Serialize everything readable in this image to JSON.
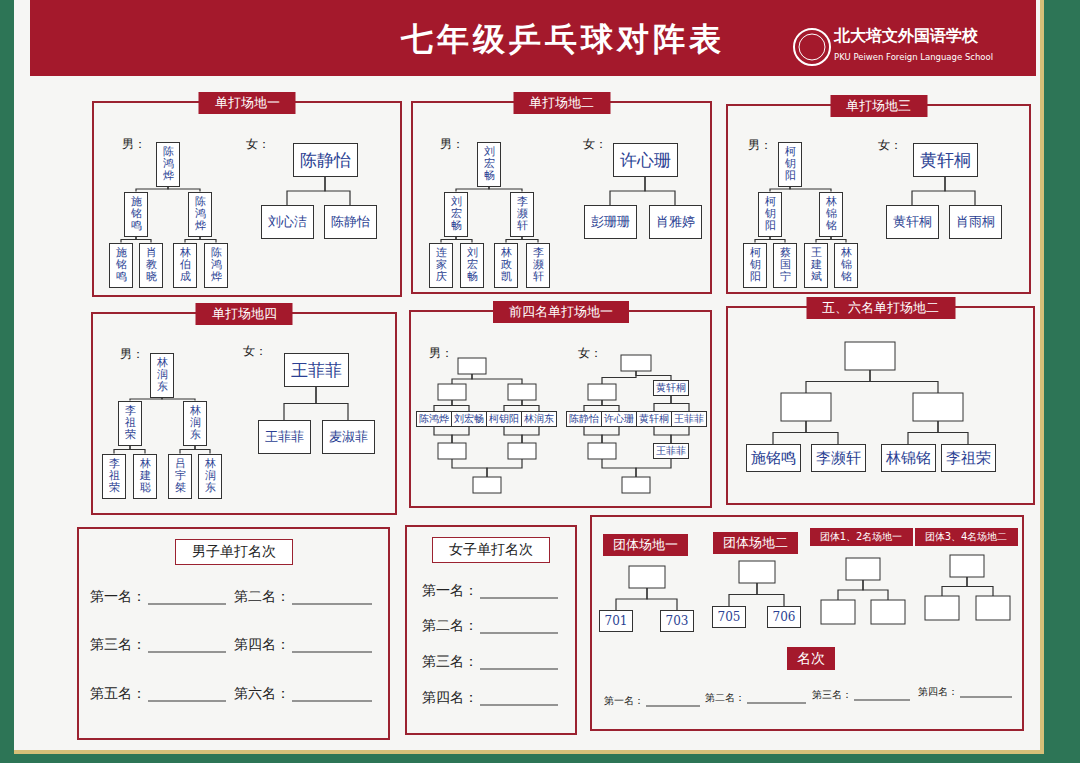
{
  "diagram": {
    "title": "七年级乒乓球对阵表",
    "nodes": [
      {
        "text": [
          "单打场地一"
        ]
      },
      {
        "text": [
          "陈鸿烨"
        ],
        "in": 0
      },
      {
        "text": [
          "施铭鸣"
        ],
        "in": 0
      },
      {
        "text": [
          "陈鸿烨"
        ],
        "in": 0
      },
      {
        "text": [
          "施铭鸣"
        ],
        "in": 0
      },
      {
        "text": [
          "肖教晓"
        ],
        "in": 0
      },
      {
        "text": [
          "林伯成"
        ],
        "in": 0
      },
      {
        "text": [
          "陈鸿烨"
        ],
        "in": 0
      },
      {
        "text": [
          "陈静怡"
        ],
        "in": 0
      },
      {
        "text": [
          "刘心洁"
        ],
        "in": 0
      },
      {
        "text": [
          "陈静怡"
        ],
        "in": 0
      },
      {
        "text": [
          "单打场地二"
        ]
      },
      {
        "text": [
          "刘宏畅"
        ],
        "in": 11
      },
      {
        "text": [
          "刘宏畅"
        ],
        "in": 11
      },
      {
        "text": [
          "李濒轩"
        ],
        "in": 11
      },
      {
        "text": [
          "连家庆"
        ],
        "in": 11
      },
      {
        "text": [
          "刘宏畅"
        ],
        "in": 11
      },
      {
        "text": [
          "林政凯"
        ],
        "in": 11
      },
      {
        "text": [
          "李濒轩"
        ],
        "in": 11
      },
      {
        "text": [
          "许心珊"
        ],
        "in": 11
      },
      {
        "text": [
          "彭珊珊"
        ],
        "in": 11
      },
      {
        "text": [
          "肖雅婷"
        ],
        "in": 11
      },
      {
        "text": [
          "单打场地三"
        ]
      },
      {
        "text": [
          "柯钥阳"
        ],
        "in": 22
      },
      {
        "text": [
          "柯钥阳"
        ],
        "in": 22
      },
      {
        "text": [
          "林锦铭"
        ],
        "in": 22
      },
      {
        "text": [
          "柯钥阳"
        ],
        "in": 22
      },
      {
        "text": [
          "蔡国宁"
        ],
        "in": 22
      },
      {
        "text": [
          "王建斌"
        ],
        "in": 22
      },
      {
        "text": [
          "林锦铭"
        ],
        "in": 22
      },
      {
        "text": [
          "黄轩桐"
        ],
        "in": 22
      },
      {
        "text": [
          "黄轩桐"
        ],
        "in": 22
      },
      {
        "text": [
          "肖雨桐"
        ],
        "in": 22
      },
      {
        "text": [
          "单打场地四"
        ]
      },
      {
        "text": [
          "林润东"
        ],
        "in": 33
      },
      {
        "text": [
          "李祖荣"
        ],
        "in": 33
      },
      {
        "text": [
          "林润东"
        ],
        "in": 33
      },
      {
        "text": [
          "李祖荣"
        ],
        "in": 33
      },
      {
        "text": [
          "林建聪"
        ],
        "in": 33
      },
      {
        "text": [
          "吕宇桀"
        ],
        "in": 33
      },
      {
        "text": [
          "林润东"
        ],
        "in": 33
      },
      {
        "text": [
          "王菲菲"
        ],
        "in": 33
      },
      {
        "text": [
          "王菲菲"
        ],
        "in": 33
      },
      {
        "text": [
          "麦淑菲"
        ],
        "in": 33
      },
      {
        "text": [
          "前四名单打场地一"
        ]
      },
      {
        "text": [
          "陈鸿烨"
        ],
        "in": 44
      },
      {
        "text": [
          "刘宏畅"
        ],
        "in": 44
      },
      {
        "text": [
          "柯钥阳"
        ],
        "in": 44
      },
      {
        "text": [
          "林润东"
        ],
        "in": 44
      },
      {
        "text": [
          "黄轩桐"
        ],
        "in": 44
      },
      {
        "text": [
          "陈静怡"
        ],
        "in": 44
      },
      {
        "text": [
          "许心珊"
        ],
        "in": 44
      },
      {
        "text": [
          "黄轩桐"
        ],
        "in": 44
      },
      {
        "text": [
          "王菲菲"
        ],
        "in": 44
      },
      {
        "text": [
          "王菲菲"
        ],
        "in": 44
      },
      {
        "text": [
          "五、六名单打场地二"
        ]
      },
      {
        "text": [
          "施铭鸣"
        ],
        "in": 55
      },
      {
        "text": [
          "李濒轩"
        ],
        "in": 55
      },
      {
        "text": [
          "林锦铭"
        ],
        "in": 55
      },
      {
        "text": [
          "李祖荣"
        ],
        "in": 55
      },
      {
        "text": [
          "男子单打名次"
        ]
      },
      {
        "text": [
          "女子单打名次"
        ]
      },
      {
        "text": [
          "团体场地一"
        ]
      },
      {
        "text": [
          "团体场地二"
        ]
      },
      {
        "text": [
          "团体1、2名场地一"
        ]
      },
      {
        "text": [
          "团体3、4名场地二"
        ]
      },
      {
        "text": [
          "701"
        ]
      },
      {
        "text": [
          "703"
        ]
      },
      {
        "text": [
          "705"
        ]
      },
      {
        "text": [
          "706"
        ]
      },
      {
        "text": [
          "名次"
        ]
      }
    ],
    "edges": [
      {
        "from": 1,
        "to": 2,
        "arrow": "none"
      },
      {
        "from": 1,
        "to": 3,
        "arrow": "none"
      },
      {
        "from": 2,
        "to": 4,
        "arrow": "none"
      },
      {
        "from": 2,
        "to": 5,
        "arrow": "none"
      },
      {
        "from": 3,
        "to": 6,
        "arrow": "none"
      },
      {
        "from": 3,
        "to": 7,
        "arrow": "none"
      },
      {
        "from": 8,
        "to": 9,
        "arrow": "none"
      },
      {
        "from": 8,
        "to": 10,
        "arrow": "none"
      },
      {
        "from": 12,
        "to": 13,
        "arrow": "none"
      },
      {
        "from": 12,
        "to": 14,
        "arrow": "none"
      },
      {
        "from": 13,
        "to": 15,
        "arrow": "none"
      },
      {
        "from": 13,
        "to": 16,
        "arrow": "none"
      },
      {
        "from": 14,
        "to": 17,
        "arrow": "none"
      },
      {
        "from": 14,
        "to": 18,
        "arrow": "none"
      },
      {
        "from": 19,
        "to": 20,
        "arrow": "none"
      },
      {
        "from": 19,
        "to": 21,
        "arrow": "none"
      },
      {
        "from": 23,
        "to": 24,
        "arrow": "none"
      },
      {
        "from": 23,
        "to": 25,
        "arrow": "none"
      },
      {
        "from": 24,
        "to": 26,
        "arrow": "none"
      },
      {
        "from": 24,
        "to": 27,
        "arrow": "none"
      },
      {
        "from": 25,
        "to": 28,
        "arrow": "none"
      },
      {
        "from": 25,
        "to": 29,
        "arrow": "none"
      },
      {
        "from": 30,
        "to": 31,
        "arrow": "none"
      },
      {
        "from": 30,
        "to": 32,
        "arrow": "none"
      },
      {
        "from": 34,
        "to": 35,
        "arrow": "none"
      },
      {
        "from": 34,
        "to": 36,
        "arrow": "none"
      },
      {
        "from": 35,
        "to": 37,
        "arrow": "none"
      },
      {
        "from": 35,
        "to": 38,
        "arrow": "none"
      },
      {
        "from": 36,
        "to": 39,
        "arrow": "none"
      },
      {
        "from": 36,
        "to": 40,
        "arrow": "none"
      },
      {
        "from": 41,
        "to": 42,
        "arrow": "none"
      },
      {
        "from": 41,
        "to": 43,
        "arrow": "none"
      },
      {
        "from": 49,
        "to": 52,
        "arrow": "none"
      },
      {
        "from": 49,
        "to": 53,
        "arrow": "none"
      },
      {
        "from": 52,
        "to": 54,
        "arrow": "none"
      },
      {
        "from": 53,
        "to": 54,
        "arrow": "none"
      }
    ],
    "labels": [
      "北大培文外国语学校",
      "PKU Peiwen Foreign Language School",
      "男：",
      "女：",
      "男：",
      "女：",
      "男：",
      "女：",
      "男：",
      "女：",
      "男：",
      "女：",
      "第一名：",
      "第二名：",
      "第三名：",
      "第四名：",
      "第五名：",
      "第六名：",
      "第一名：",
      "第二名：",
      "第三名：",
      "第四名：",
      "第一名：",
      "第二名：",
      "第三名：",
      "第四名："
    ]
  }
}
